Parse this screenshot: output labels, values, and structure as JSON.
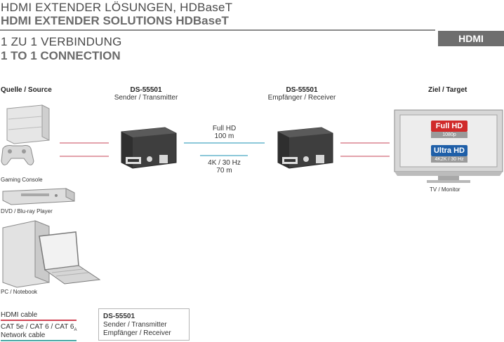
{
  "header": {
    "title_de": "HDMI EXTENDER LÖSUNGEN, HDBaseT",
    "title_en": "HDMI EXTENDER SOLUTIONS HDBaseT",
    "subtitle_de": "1 ZU 1 VERBINDUNG",
    "subtitle_en": "1 TO 1 CONNECTION",
    "badge": "HDMI"
  },
  "columns": {
    "source": {
      "heading": "Quelle / Source"
    },
    "sender": {
      "heading": "DS-55501",
      "sub": "Sender / Transmitter"
    },
    "receiver": {
      "heading": "DS-55501",
      "sub": "Empfänger / Receiver"
    },
    "target": {
      "heading": "Ziel / Target"
    }
  },
  "devices": {
    "gaming": "Gaming Console",
    "dvd": "DVD / Blu-ray Player",
    "pc": "PC / Notebook",
    "tv": "TV / Monitor"
  },
  "tv_badges": {
    "fullhd": {
      "label": "Full HD",
      "sub": "1080p",
      "color": "#d02a2a"
    },
    "ultrahd": {
      "label": "Ultra HD",
      "sub": "4K2K / 30 Hz",
      "color": "#1f5fa8"
    }
  },
  "link_specs": {
    "fullhd_line1": "Full HD",
    "fullhd_line2": "100 m",
    "k4_line1": "4K / 30 Hz",
    "k4_line2": "70 m"
  },
  "legend": {
    "hdmi_cable": "HDMI cable",
    "network_cable_line1": "CAT 5e / CAT 6 / CAT 6",
    "network_cable_sub": "A",
    "network_cable_line2": "Network cable",
    "hdmi_color": "#d04656",
    "network_color": "#4aa9a6"
  },
  "product_box": {
    "model": "DS-55501",
    "line1": "Sender / Transmitter",
    "line2": "Empfänger / Receiver"
  }
}
